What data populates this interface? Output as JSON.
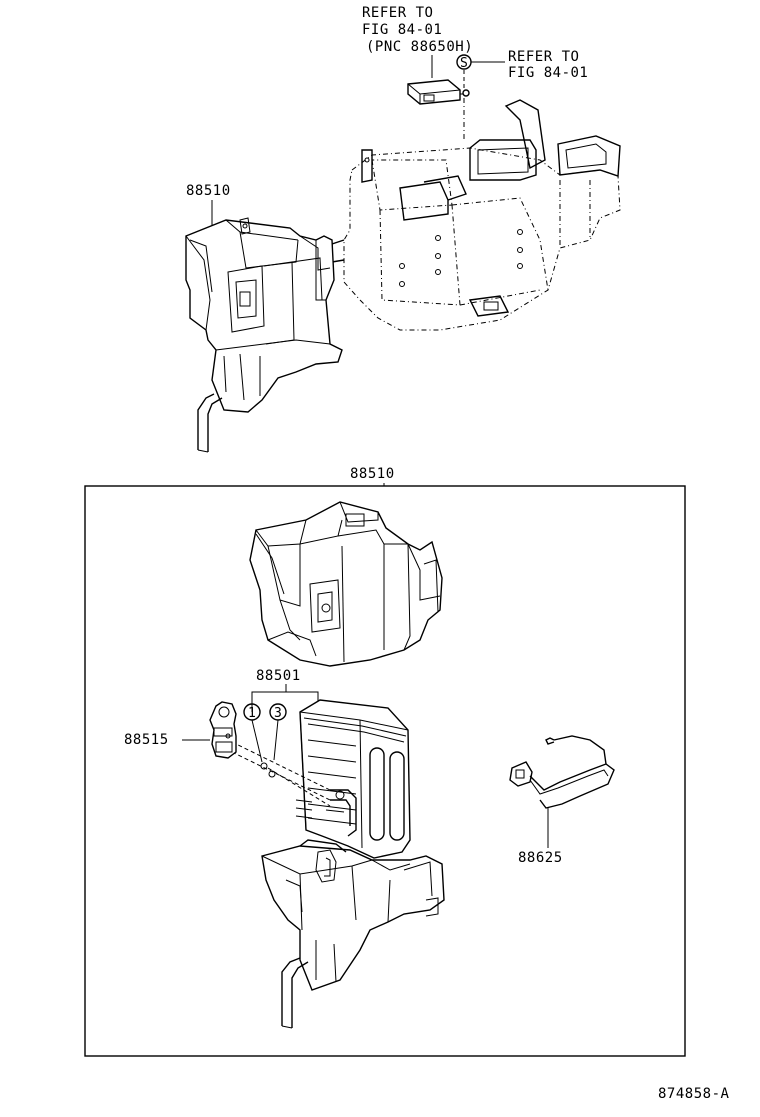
{
  "callouts": {
    "refer_top_line1": "REFER TO",
    "refer_top_line2": "FIG 84-01",
    "refer_top_line3": "(PNC 88650H)",
    "refer_right_line1": "REFER TO",
    "refer_right_line2": "FIG 84-01",
    "s_marker": "S"
  },
  "parts": {
    "upper_unit": "88510",
    "box_assembly": "88510",
    "evaporator": "88501",
    "expansion_valve": "88515",
    "thermistor": "88625",
    "marker_1": "1",
    "marker_3": "3"
  },
  "figure_code": "874858-A"
}
